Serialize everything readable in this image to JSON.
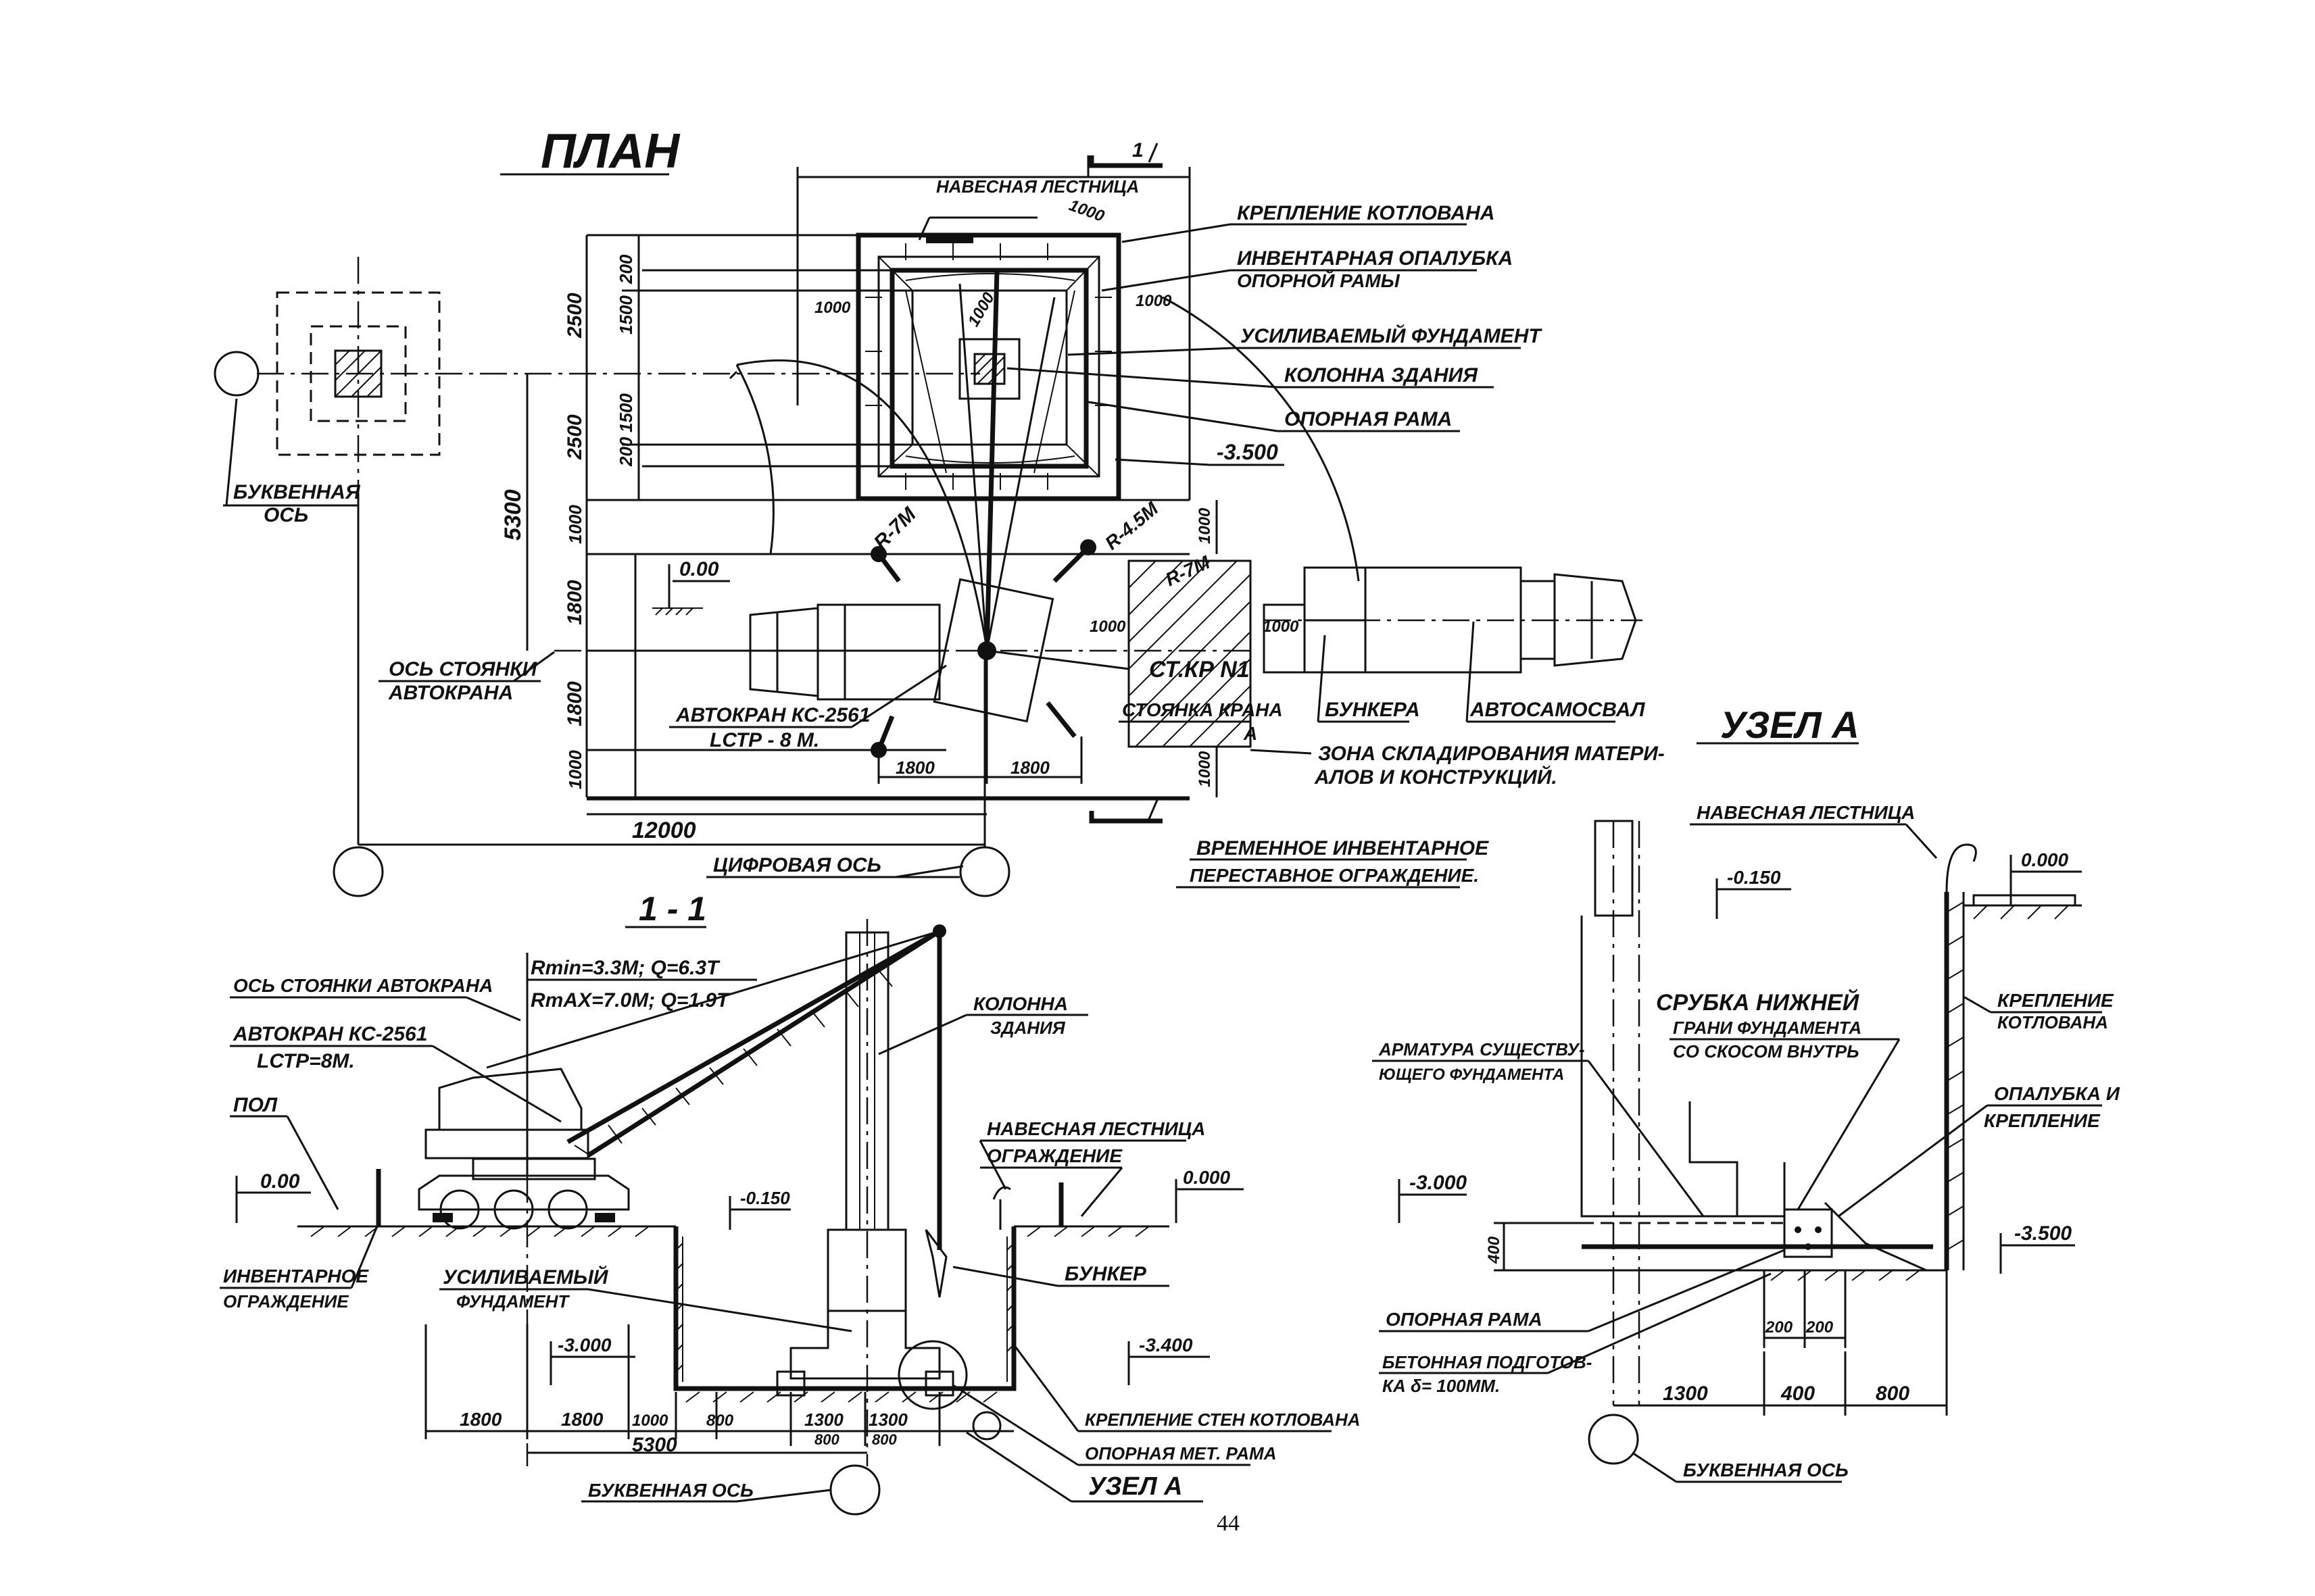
{
  "plan": {
    "title": "ПЛАН",
    "callouts": {
      "ladder": "НАВЕСНАЯ ЛЕСТНИЦА",
      "pit_support": "КРЕПЛЕНИЕ КОТЛОВАНА",
      "formwork_line1": "ИНВЕНТАРНАЯ ОПАЛУБКА",
      "formwork_line2": "ОПОРНОЙ РАМЫ",
      "reinforced_foundation": "УСИЛИВАЕМЫЙ ФУНДАМЕНТ",
      "building_column": "КОЛОННА ЗДАНИЯ",
      "support_frame": "ОПОРНАЯ РАМА",
      "level_pit": "-3.500",
      "letter_axis_line1": "БУКВЕННАЯ",
      "letter_axis_line2": "ОСЬ",
      "level_ground": "0.00",
      "crane_stand_axis_line1": "ОСЬ СТОЯНКИ",
      "crane_stand_axis_line2": "АВТОКРАНА",
      "crane_line1": "АВТОКРАН КС-2561",
      "crane_line2": "LСТР - 8 М.",
      "crane_stand": "СТОЯНКА КРАНА",
      "crane_stand_no": "СТ.КР N1",
      "hoppers": "БУНКЕРА",
      "dump_truck": "АВТОСАМОСВАЛ",
      "storage_line1": "ЗОНА СКЛАДИРОВАНИЯ МАТЕРИ-",
      "storage_line2": "АЛОВ И КОНСТРУКЦИЙ.",
      "fence_line1": "ВРЕМЕННОЕ ИНВЕНТАРНОЕ",
      "fence_line2": "ПЕРЕСТАВНОЕ ОГРАЖДЕНИЕ.",
      "digit_axis": "ЦИФРОВАЯ ОСЬ",
      "section_mark": "1",
      "radius_7a": "R-7М",
      "radius_45": "R-4.5М",
      "radius_7b": "R-7М",
      "zone_letter": "А"
    },
    "dims": {
      "d2500a": "2500",
      "d2500b": "2500",
      "d1500a": "1500",
      "d1500b": "1500",
      "d200a": "200",
      "d200b": "200",
      "d5300": "5300",
      "d1000a": "1000",
      "d1800a": "1800",
      "d1800b": "1800",
      "d1000b": "1000",
      "d12000": "12000",
      "d1000c": "1000",
      "d1000d": "1000",
      "d1000e": "1000",
      "d1800c": "1800",
      "d1800d": "1800",
      "d1000f": "1000",
      "d1000g": "1000",
      "d1000h": "1000",
      "d1000i": "1000",
      "d1000j": "1000"
    }
  },
  "section": {
    "title": "1 - 1",
    "crane_params_line1": "Rmin=3.3М; Q=6.3Т",
    "crane_params_line2": "RmAX=7.0М; Q=1.9Т",
    "crane_axis": "ОСЬ СТОЯНКИ АВТОКРАНА",
    "crane_line1": "АВТОКРАН КС-2561",
    "crane_line2": "LСТР=8М.",
    "floor": "ПОЛ",
    "level_000a": "0.00",
    "fence_line1": "ИНВЕНТАРНОЕ",
    "fence_line2": "ОГРАЖДЕНИЕ",
    "column_line1": "КОЛОННА",
    "column_line2": "ЗДАНИЯ",
    "ladder": "НАВЕСНАЯ ЛЕСТНИЦА",
    "guard": "ОГРАЖДЕНИЕ",
    "level_000b": "0.000",
    "level_0150": "-0.150",
    "reinforced_line1": "УСИЛИВАЕМЫЙ",
    "reinforced_line2": "ФУНДАМЕНТ",
    "hopper": "БУНКЕР",
    "level_3000": "-3.000",
    "level_3400": "-3.400",
    "pit_wall_support": "КРЕПЛЕНИЕ СТЕН КОТЛОВАНА",
    "support_frame": "ОПОРНАЯ МЕТ. РАМА",
    "node_ref": "УЗЕЛ А",
    "letter_axis": "БУКВЕННАЯ ОСЬ",
    "dims": [
      "1800",
      "1800",
      "1000",
      "800",
      "1300",
      "1300",
      "800",
      "800"
    ],
    "dim_total": "5300"
  },
  "node": {
    "title": "УЗЕЛ А",
    "ladder": "НАВЕСНАЯ ЛЕСТНИЦА",
    "level_000": "0.000",
    "level_0150": "-0.150",
    "pit_support_line1": "КРЕПЛЕНИЕ",
    "pit_support_line2": "КОТЛОВАНА",
    "cut_line1": "СРУБКА       НИЖНЕЙ",
    "cut_line2": "ГРАНИ ФУНДАМЕНТА",
    "cut_line3": "СО СКОСОМ ВНУТРЬ",
    "rebar_line1": "АРМАТУРА СУЩЕСТВУ-",
    "rebar_line2": "ЮЩЕГО ФУНДАМЕНТА",
    "formwork_line1": "ОПАЛУБКА И",
    "formwork_line2": "КРЕПЛЕНИЕ",
    "level_3000": "-3.000",
    "level_3500": "-3.500",
    "d400v": "400",
    "support_frame": "ОПОРНАЯ       РАМА",
    "concrete_line1": "БЕТОННАЯ ПОДГОТОВ-",
    "concrete_line2": "КА δ= 100ММ.",
    "d200a": "200",
    "d200b": "200",
    "d1300": "1300",
    "d400": "400",
    "d800": "800",
    "letter_axis": "БУКВЕННАЯ ОСЬ"
  },
  "page_number": "44"
}
